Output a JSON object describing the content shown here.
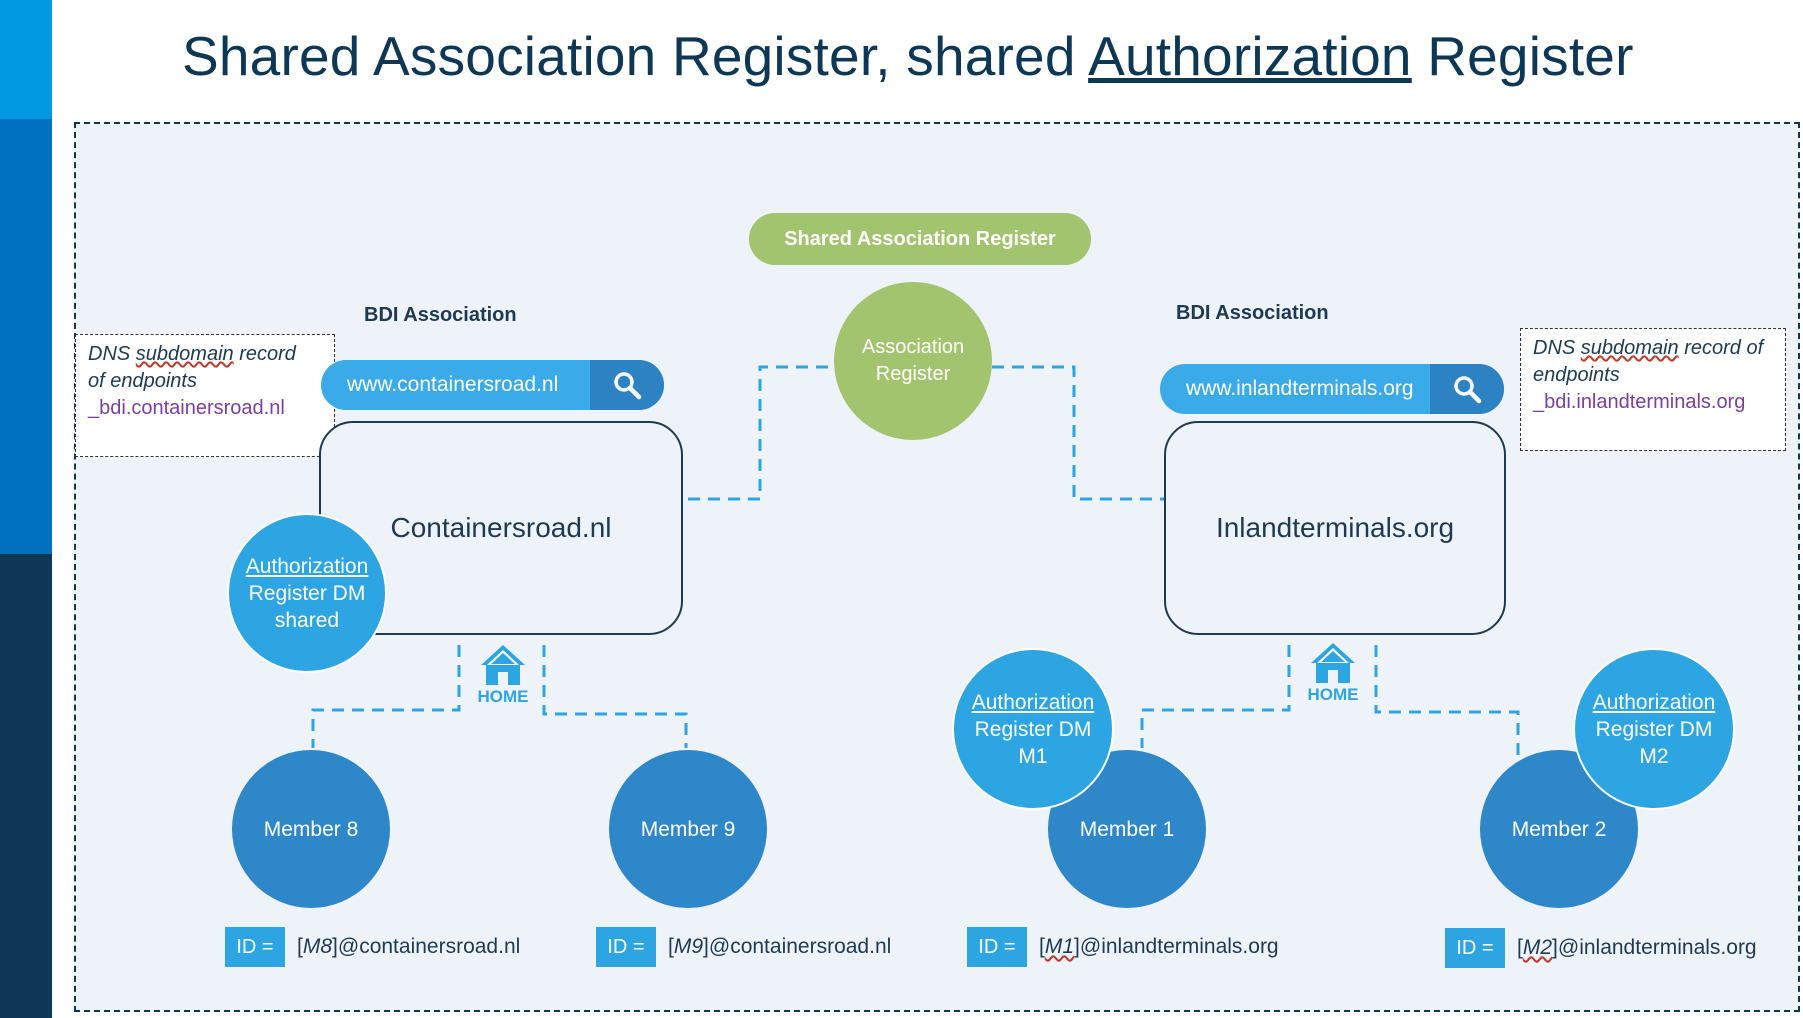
{
  "title": {
    "part1": "Shared Association Register, shared ",
    "part2": "Authorization",
    "part3": " Register"
  },
  "colors": {
    "dark_navy": "#0d3755",
    "sidebar_blue_top": "#0098e0",
    "sidebar_blue_mid": "#0070c0",
    "green": "#a3c46e",
    "light_blue": "#2da5e3",
    "member_blue": "#2d87c8",
    "dashed_connector": "#2da5e3"
  },
  "shared_register": {
    "label": "Shared Association Register",
    "circle_line1": "Association",
    "circle_line2": "Register"
  },
  "left": {
    "bdi_label": "BDI Association",
    "search_text": "www.containersroad.nl",
    "site_name": "Containersroad.nl",
    "dns": {
      "line1_a": "DNS ",
      "line1_b": "subdomain",
      "line1_c": " record",
      "line2": "of endpoints",
      "host": "_bdi.containersroad.nl"
    },
    "auth": {
      "line1": "Authorization",
      "line2": "Register DM",
      "line3": "shared"
    },
    "home_label": "HOME",
    "members": [
      {
        "label": "Member 8",
        "id_badge": "ID =",
        "id_code": "M8",
        "id_domain": "@containersroad.nl"
      },
      {
        "label": "Member 9",
        "id_badge": "ID =",
        "id_code": "M9",
        "id_domain": "@containersroad.nl"
      }
    ]
  },
  "right": {
    "bdi_label": "BDI Association",
    "search_text": "www.inlandterminals.org",
    "site_name": "Inlandterminals.org",
    "dns": {
      "line1_a": "DNS ",
      "line1_b": "subdomain",
      "line1_c": " record of",
      "line2": "endpoints",
      "host": "_bdi.inlandterminals.org"
    },
    "home_label": "HOME",
    "auth_m1": {
      "line1": "Authorization",
      "line2": "Register DM",
      "line3": "M1"
    },
    "auth_m2": {
      "line1": "Authorization",
      "line2": "Register DM",
      "line3": "M2"
    },
    "members": [
      {
        "label": "Member 1",
        "id_badge": "ID =",
        "id_code": "M1",
        "id_domain": "@inlandterminals.org"
      },
      {
        "label": "Member 2",
        "id_badge": "ID =",
        "id_code": "M2",
        "id_domain": "@inlandterminals.org"
      }
    ]
  }
}
